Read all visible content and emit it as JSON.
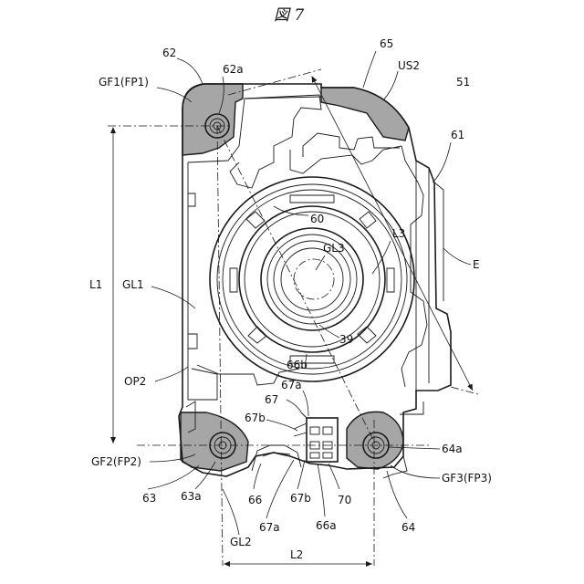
{
  "figure": {
    "title": "図 7"
  },
  "labels": {
    "l62": "62",
    "l62a": "62a",
    "l65": "65",
    "lUS2": "US2",
    "l51": "51",
    "lGF1": "GF1(FP1)",
    "l61": "61",
    "l60": "60",
    "lL3": "L3",
    "lGL3": "GL3",
    "lE": "E",
    "lL1": "L1",
    "lGL1": "GL1",
    "l39": "39",
    "l66b": "66b",
    "lOP2": "OP2",
    "l67a_top": "67a",
    "l67": "67",
    "l67b_top": "67b",
    "l64a": "64a",
    "lGF2": "GF2(FP2)",
    "lGF3": "GF3(FP3)",
    "l63": "63",
    "l63a": "63a",
    "l66": "66",
    "l67b_bot": "67b",
    "l70": "70",
    "l67a_bot": "67a",
    "l66a": "66a",
    "l64": "64",
    "lGL2": "GL2",
    "lL2": "L2"
  }
}
